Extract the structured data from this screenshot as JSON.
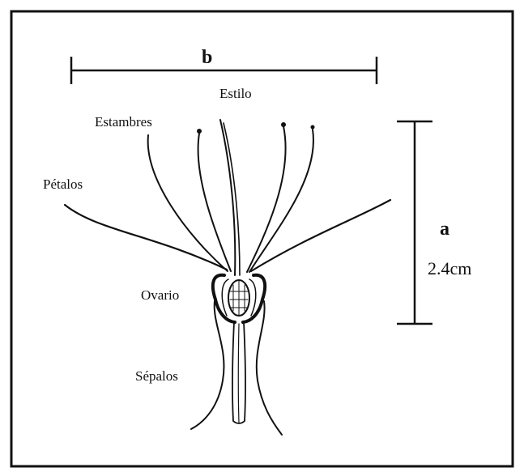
{
  "diagram": {
    "labels": {
      "b": "b",
      "estilo": "Estilo",
      "estambres": "Estambres",
      "petalos": "Pétalos",
      "a": "a",
      "measure": "2.4cm",
      "ovario": "Ovario",
      "sepalos": "Sépalos"
    },
    "stroke_color": "#111111",
    "background_color": "#ffffff"
  }
}
